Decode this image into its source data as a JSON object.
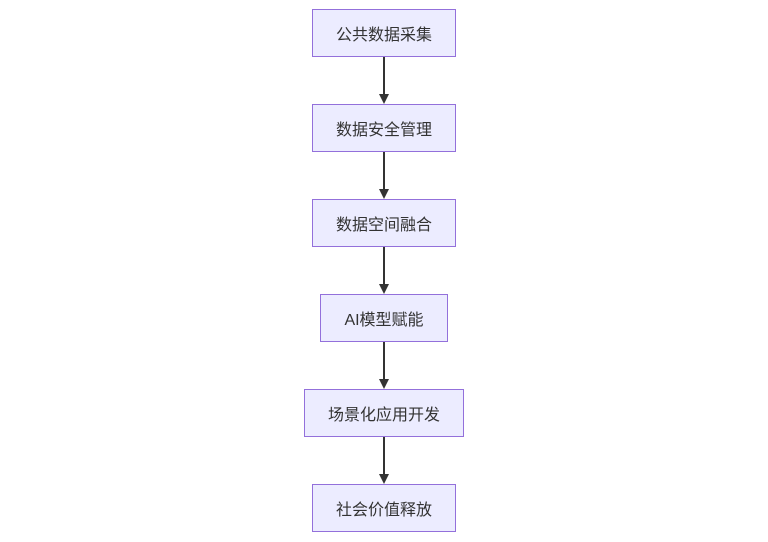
{
  "diagram": {
    "type": "flowchart",
    "direction": "top-down",
    "nodes": [
      {
        "id": "public-data-collection",
        "label": "公共数据采集"
      },
      {
        "id": "data-security-management",
        "label": "数据安全管理"
      },
      {
        "id": "data-space-fusion",
        "label": "数据空间融合"
      },
      {
        "id": "ai-model-empowerment",
        "label": "AI模型赋能"
      },
      {
        "id": "scenario-app-development",
        "label": "场景化应用开发"
      },
      {
        "id": "social-value-release",
        "label": "社会价值释放"
      }
    ],
    "edges": [
      {
        "from": "public-data-collection",
        "to": "data-security-management"
      },
      {
        "from": "data-security-management",
        "to": "data-space-fusion"
      },
      {
        "from": "data-space-fusion",
        "to": "ai-model-empowerment"
      },
      {
        "from": "ai-model-empowerment",
        "to": "scenario-app-development"
      },
      {
        "from": "scenario-app-development",
        "to": "social-value-release"
      }
    ],
    "colors": {
      "background": "#FFFFFF",
      "node_fill": "#ECECFF",
      "node_border": "#9370DB",
      "text": "#333333",
      "arrow": "#333333"
    }
  }
}
